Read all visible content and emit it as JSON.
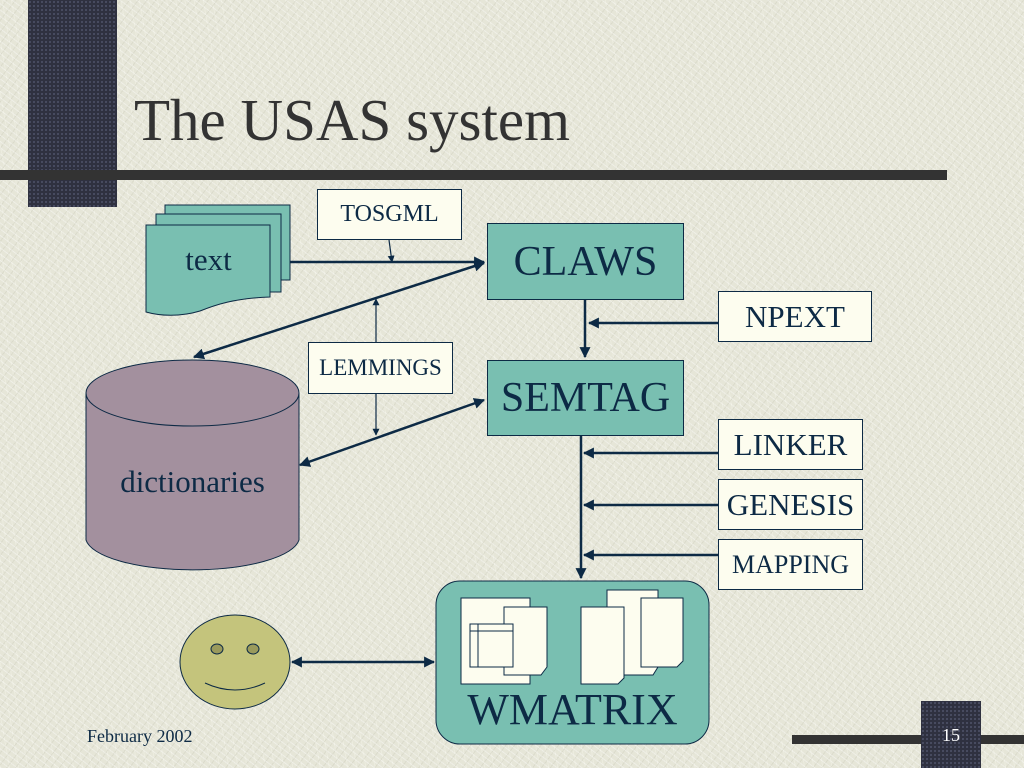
{
  "slide": {
    "title": "The USAS system",
    "footer_date": "February 2002",
    "page_number": "15"
  },
  "colors": {
    "background": "#e6e6d8",
    "dark_accent": "#2f3140",
    "rule": "#333333",
    "process_fill": "#79bfb1",
    "tool_fill": "#fdfdef",
    "database_fill": "#a3909e",
    "smiley_fill": "#c4c47c",
    "ink": "#0d2a45"
  },
  "diagram": {
    "input": {
      "label": "text",
      "icon": "stacked-documents-icon"
    },
    "database": {
      "label": "dictionaries",
      "icon": "cylinder-database-icon"
    },
    "processes": [
      {
        "id": "claws",
        "label": "CLAWS"
      },
      {
        "id": "semtag",
        "label": "SEMTAG"
      }
    ],
    "tools": [
      {
        "id": "tosgml",
        "label": "TOSGML"
      },
      {
        "id": "lemmings",
        "label": "LEMMINGS"
      },
      {
        "id": "npext",
        "label": "NPEXT"
      },
      {
        "id": "linker",
        "label": "LINKER"
      },
      {
        "id": "genesis",
        "label": "GENESIS"
      },
      {
        "id": "mapping",
        "label": "MAPPING"
      }
    ],
    "output": {
      "label": "WMATRIX",
      "icons": [
        "spreadsheet-documents-icon",
        "multiple-documents-icon"
      ]
    },
    "user": {
      "icon": "smiley-face-icon"
    },
    "connections": [
      {
        "from": "text",
        "to": "claws",
        "direction": "forward"
      },
      {
        "from": "tosgml",
        "to": "text-claws-link",
        "direction": "forward"
      },
      {
        "from": "claws",
        "to": "dictionaries",
        "direction": "bidirectional"
      },
      {
        "from": "lemmings",
        "to": "claws-dictionaries-link",
        "direction": "forward"
      },
      {
        "from": "lemmings",
        "to": "semtag-dictionaries-link",
        "direction": "forward"
      },
      {
        "from": "semtag",
        "to": "dictionaries",
        "direction": "bidirectional"
      },
      {
        "from": "claws",
        "to": "semtag",
        "direction": "forward"
      },
      {
        "from": "npext",
        "to": "claws-semtag-link",
        "direction": "forward"
      },
      {
        "from": "semtag",
        "to": "wmatrix",
        "direction": "forward"
      },
      {
        "from": "linker",
        "to": "semtag-wmatrix-link",
        "direction": "forward"
      },
      {
        "from": "genesis",
        "to": "semtag-wmatrix-link",
        "direction": "forward"
      },
      {
        "from": "mapping",
        "to": "semtag-wmatrix-link",
        "direction": "forward"
      },
      {
        "from": "user",
        "to": "wmatrix",
        "direction": "bidirectional"
      }
    ]
  }
}
